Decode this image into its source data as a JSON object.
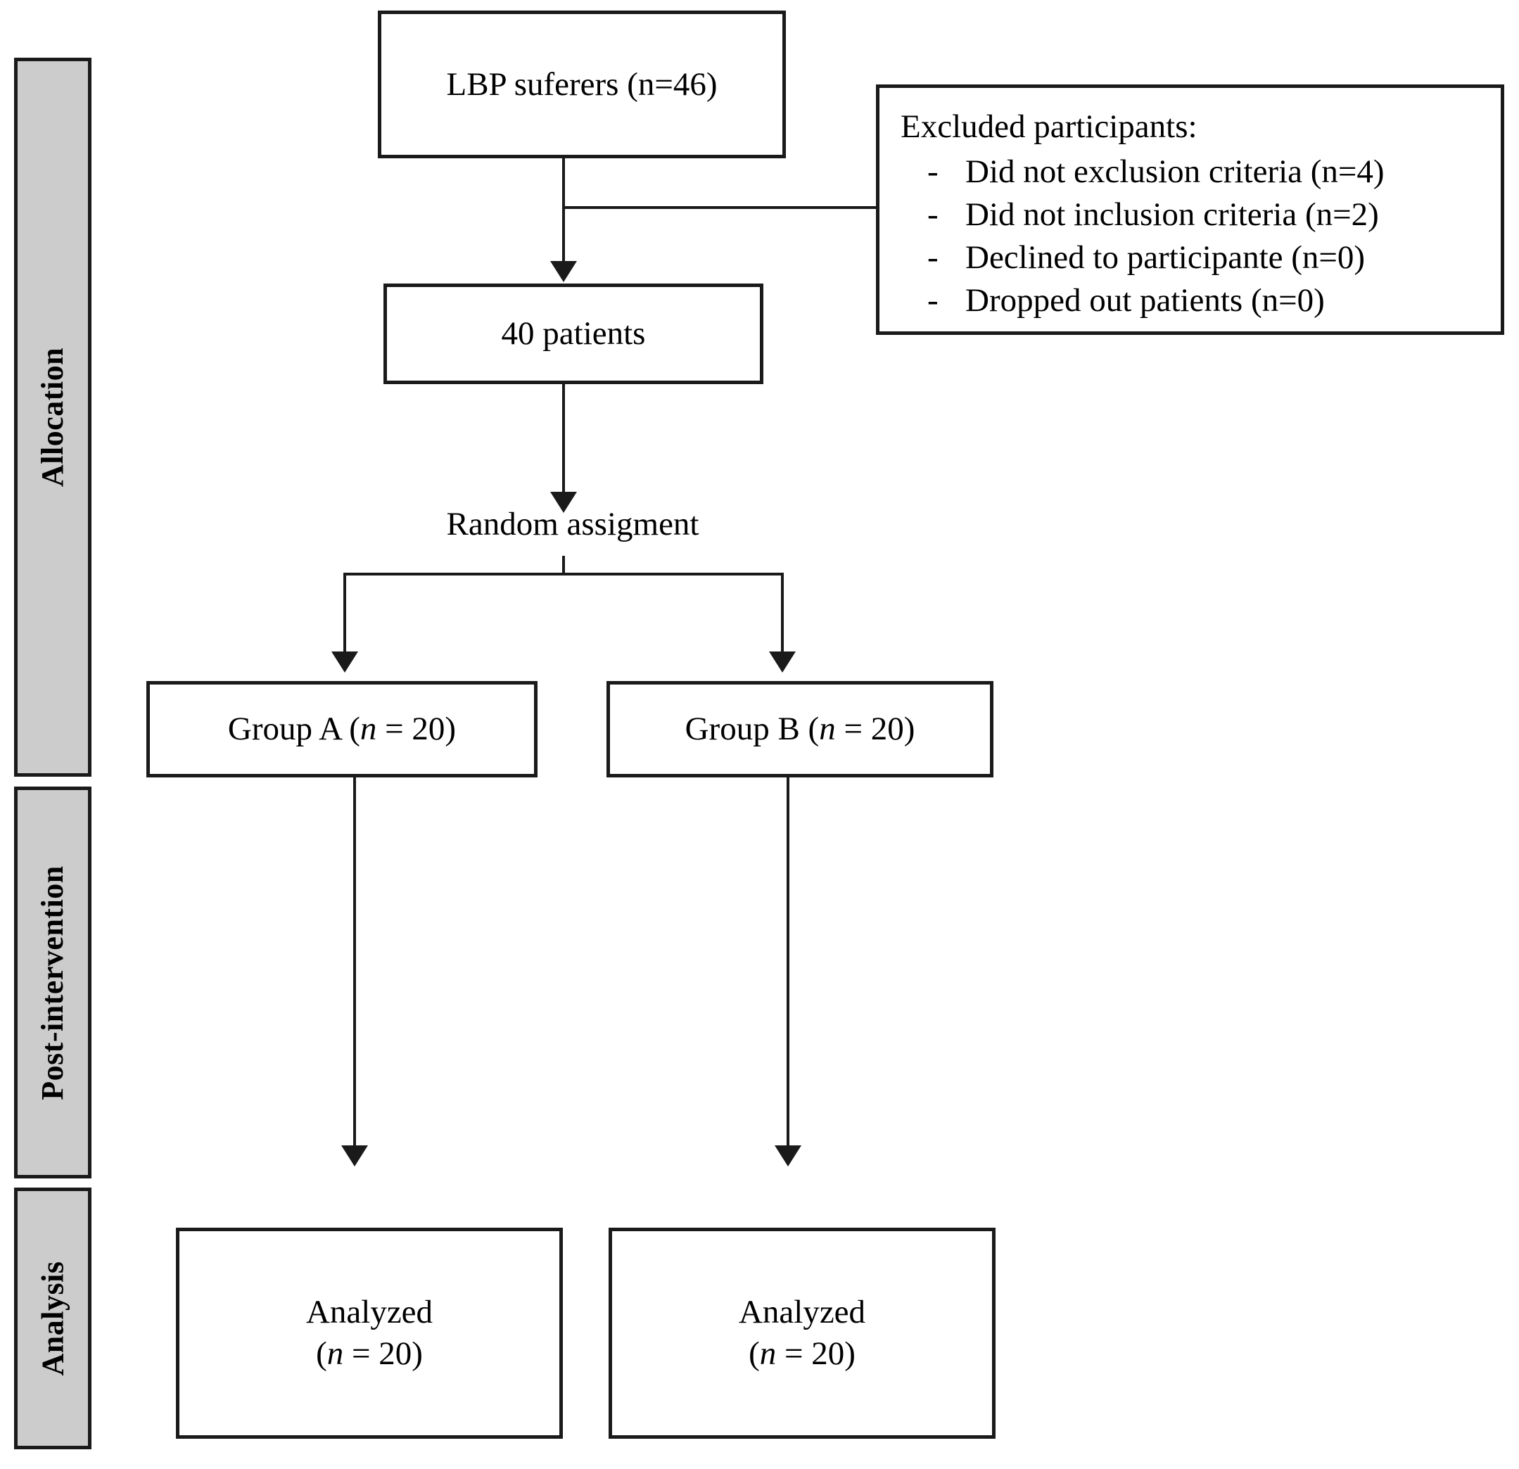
{
  "diagram": {
    "title": "CONSORT participant flow diagram",
    "colors": {
      "band_fill": "#cccccc",
      "line": "#1a1a1a",
      "box_fill": "#ffffff"
    },
    "phases": [
      {
        "label": "Allocation"
      },
      {
        "label": "Post-intervention"
      },
      {
        "label": "Analysis"
      }
    ],
    "nodes": {
      "enrollment": {
        "text": "LBP suferers (n=46)"
      },
      "excluded": {
        "title": "Excluded participants:",
        "bullet": "-",
        "items": [
          "Did not exclusion criteria (n=4)",
          "Did not inclusion criteria (n=2)",
          "Declined to participante (n=0)",
          "Dropped out patients (n=0)"
        ]
      },
      "eligible": {
        "text": "40 patients"
      },
      "randomization": {
        "text": "Random assigment"
      },
      "group_a": {
        "prefix": "Group A (",
        "n_symbol": "n",
        "equals": " = ",
        "value": "20",
        "suffix": ")"
      },
      "group_b": {
        "prefix": "Group B (",
        "n_symbol": "n",
        "equals": " = ",
        "value": "20",
        "suffix": ")"
      },
      "analyzed_a": {
        "line1": "Analyzed",
        "prefix": "(",
        "n_symbol": "n",
        "equals": " = ",
        "value": "20",
        "suffix": ")"
      },
      "analyzed_b": {
        "line1": "Analyzed",
        "prefix": "(",
        "n_symbol": "n",
        "equals": " = ",
        "value": "20",
        "suffix": ")"
      }
    }
  }
}
